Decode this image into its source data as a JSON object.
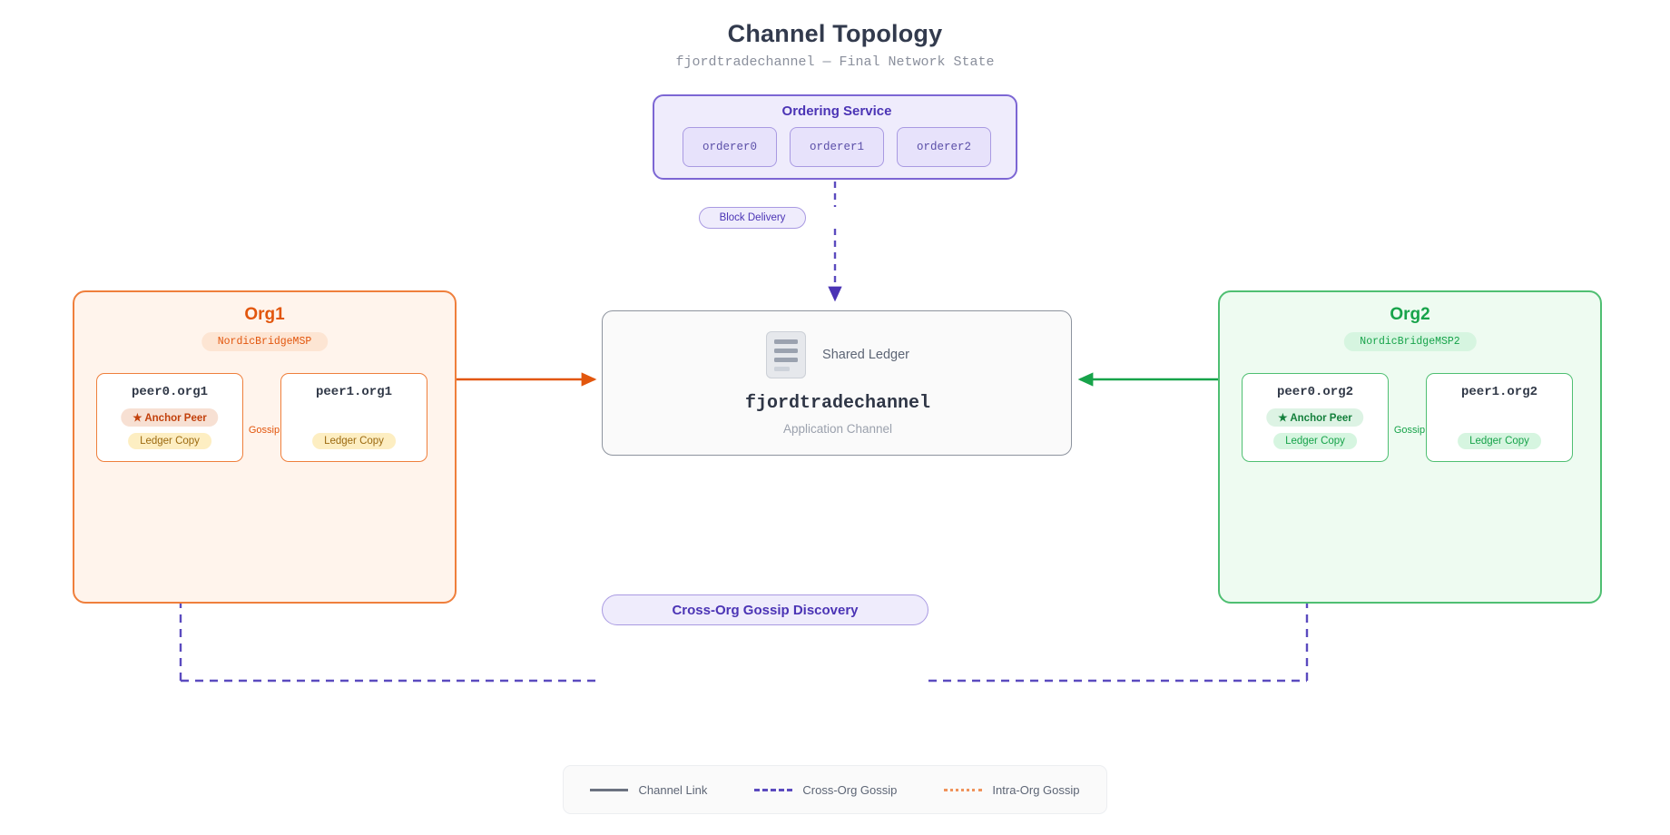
{
  "header": {
    "title": "Channel Topology",
    "subtitle": "fjordtradechannel — Final Network State"
  },
  "ordering_service": {
    "title": "Ordering Service",
    "nodes": [
      {
        "name": "orderer0"
      },
      {
        "name": "orderer1"
      },
      {
        "name": "orderer2"
      }
    ]
  },
  "edges": {
    "block_delivery_label": "Block Delivery",
    "cross_org_label": "Cross-Org Gossip Discovery"
  },
  "ledger": {
    "icon": "document-icon",
    "label": "Shared Ledger",
    "name": "fjordtradechannel",
    "subtitle": "Application Channel"
  },
  "orgs": [
    {
      "id": "org1",
      "title": "Org1",
      "msp": "NordicBridgeMSP",
      "accent": "#e2560d",
      "gossip_label": "Gossip",
      "peers": [
        {
          "name": "peer0.org1",
          "anchor": "★ Anchor Peer",
          "ledger": "Ledger Copy"
        },
        {
          "name": "peer1.org1",
          "ledger": "Ledger Copy"
        }
      ]
    },
    {
      "id": "org2",
      "title": "Org2",
      "msp": "NordicBridgeMSP2",
      "accent": "#17a34a",
      "gossip_label": "Gossip",
      "peers": [
        {
          "name": "peer0.org2",
          "anchor": "★ Anchor Peer",
          "ledger": "Ledger Copy"
        },
        {
          "name": "peer1.org2",
          "ledger": "Ledger Copy"
        }
      ]
    }
  ],
  "legend": [
    {
      "style": "solid",
      "label": "Channel Link",
      "color": "#6b7280"
    },
    {
      "style": "dashed",
      "label": "Cross-Org Gossip",
      "color": "#5b4bbf"
    },
    {
      "style": "dotted",
      "label": "Intra-Org Gossip",
      "color": "#f0935b"
    }
  ]
}
